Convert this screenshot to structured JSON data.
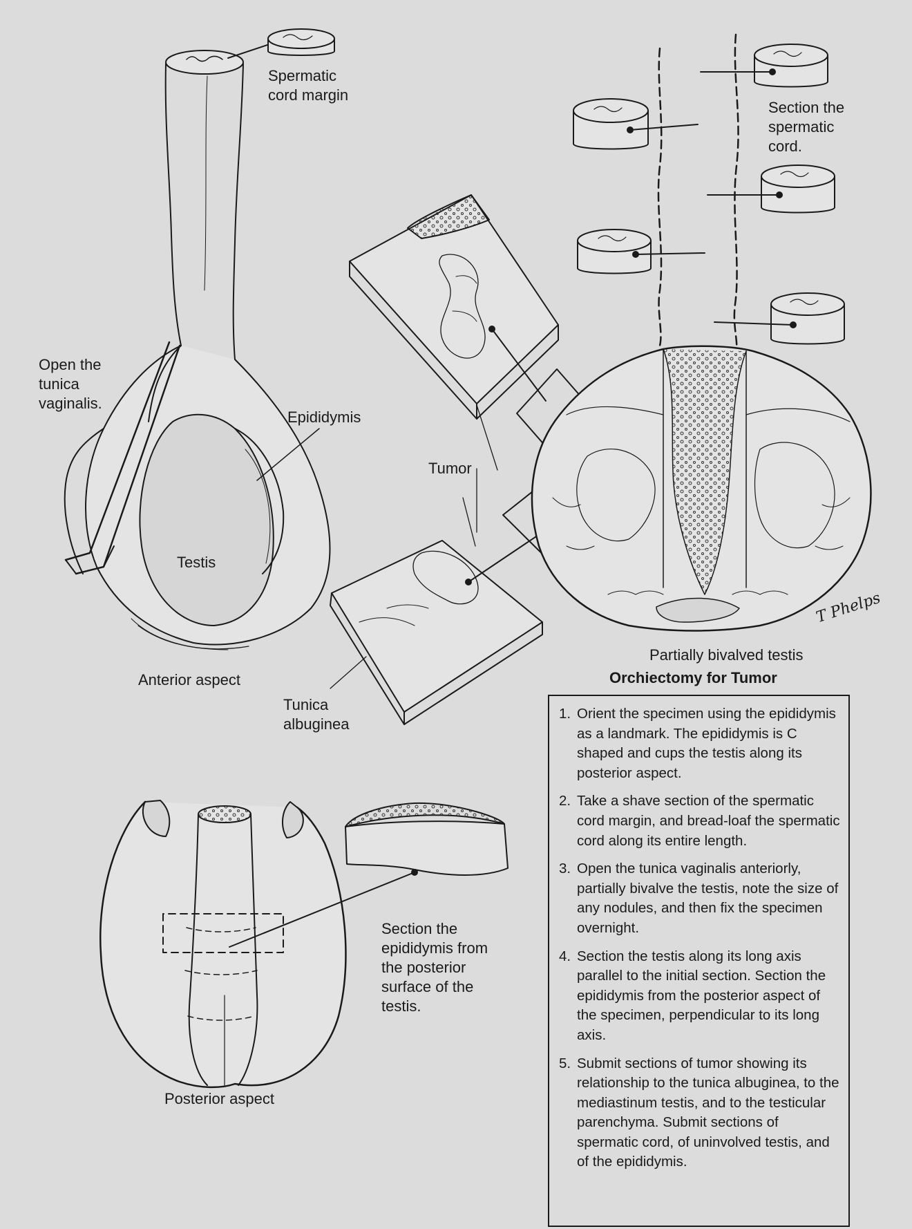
{
  "labels": {
    "spermatic_cord_margin": "Spermatic\ncord margin",
    "open_tunica": "Open the\ntunica\nvaginalis.",
    "epididymis": "Epididymis",
    "testis": "Testis",
    "anterior_aspect": "Anterior aspect",
    "tumor": "Tumor",
    "tunica_albuginea": "Tunica\nalbuginea",
    "section_spermatic_cord": "Section the\nspermatic\ncord.",
    "partially_bivalved": "Partially bivalved testis",
    "section_epididymis": "Section the\nepididymis from\nthe posterior\nsurface of the\ntestis.",
    "posterior_aspect": "Posterior aspect",
    "signature": "T Phelps"
  },
  "procedure": {
    "title": "Orchiectomy for Tumor",
    "steps": [
      {
        "num": "1.",
        "text": "Orient the specimen using the epididymis as a landmark. The epididymis is C shaped and cups the testis along its posterior aspect."
      },
      {
        "num": "2.",
        "text": "Take a shave section of the spermatic cord margin, and bread-loaf the spermatic cord along its entire length."
      },
      {
        "num": "3.",
        "text": "Open the tunica vaginalis anteriorly, partially bivalve the testis, note the size of any nodules, and then fix the specimen overnight."
      },
      {
        "num": "4.",
        "text": "Section the testis along its long axis parallel to the initial section. Section the epididymis from the posterior aspect of the specimen, perpendicular to its long axis."
      },
      {
        "num": "5.",
        "text": "Submit sections of tumor showing its relationship to the tunica albuginea, to the mediastinum testis, and to the testicular parenchyma. Submit sections of spermatic cord, of uninvolved testis, and of the epididymis."
      }
    ]
  }
}
